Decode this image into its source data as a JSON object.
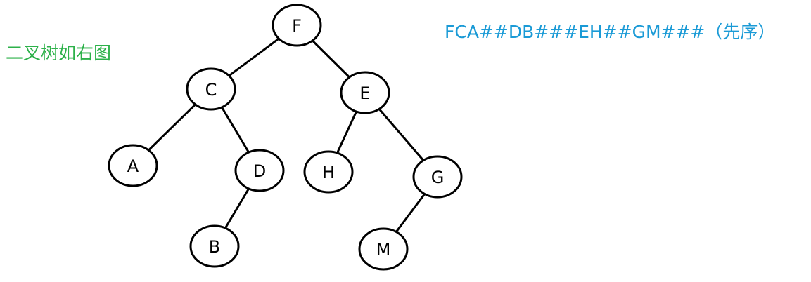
{
  "caption": {
    "text": "二叉树如右图",
    "color": "#2db14a"
  },
  "preorder": {
    "text": "FCA##DB###EH##GM###（先序）",
    "color": "#1a9ad6"
  },
  "tree": {
    "root": "F",
    "nodes": [
      {
        "label": "F",
        "left": "C",
        "right": "E"
      },
      {
        "label": "C",
        "left": "A",
        "right": "D"
      },
      {
        "label": "E",
        "left": "H",
        "right": "G"
      },
      {
        "label": "A",
        "left": null,
        "right": null
      },
      {
        "label": "D",
        "left": "B",
        "right": null
      },
      {
        "label": "B",
        "left": null,
        "right": null
      },
      {
        "label": "H",
        "left": null,
        "right": null
      },
      {
        "label": "G",
        "left": "M",
        "right": null
      },
      {
        "label": "M",
        "left": null,
        "right": null
      }
    ],
    "edges": [
      [
        "F",
        "C"
      ],
      [
        "F",
        "E"
      ],
      [
        "C",
        "A"
      ],
      [
        "C",
        "D"
      ],
      [
        "D",
        "B"
      ],
      [
        "E",
        "H"
      ],
      [
        "E",
        "G"
      ],
      [
        "G",
        "M"
      ]
    ]
  }
}
